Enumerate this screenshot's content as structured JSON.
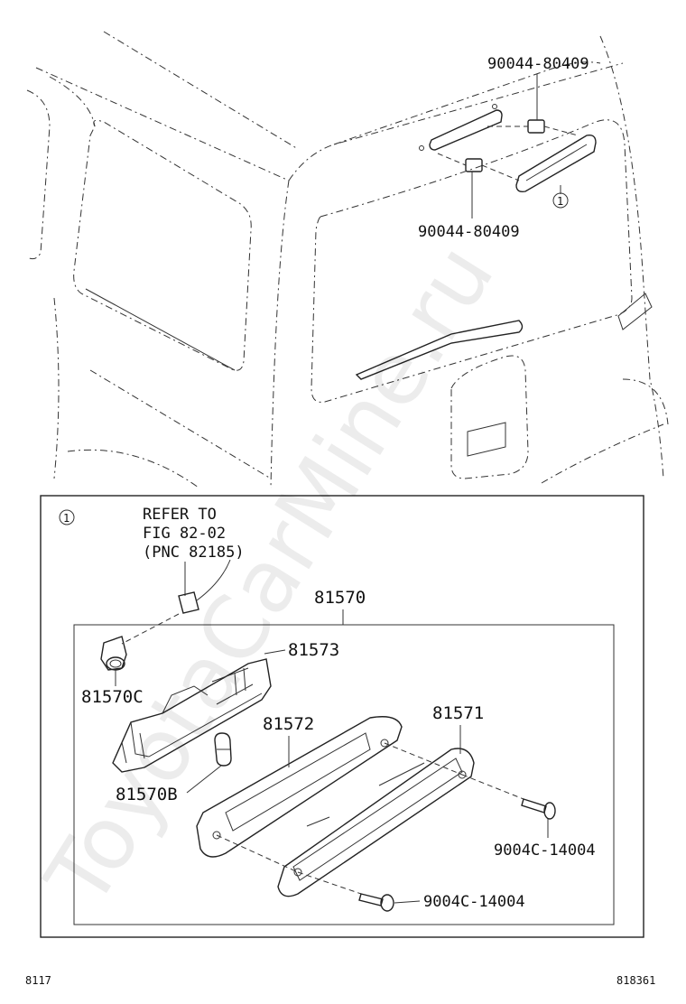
{
  "callouts": {
    "clip_top": "90044-80409",
    "clip_bottom": "90044-80409",
    "detail_marker": "1",
    "detail_box_marker": "1",
    "refer_line1": "REFER TO",
    "refer_line2": "FIG 82-02",
    "refer_line3": "(PNC 82185)",
    "assembly": "81570",
    "housing": "81573",
    "socket": "81570C",
    "bulb": "81570B",
    "lens": "81572",
    "cover": "81571",
    "screw_right": "9004C-14004",
    "screw_bottom": "9004C-14004"
  },
  "footer": {
    "left_code": "8117",
    "right_code": "818361"
  },
  "watermark": "ToyotaCarMine.ru"
}
